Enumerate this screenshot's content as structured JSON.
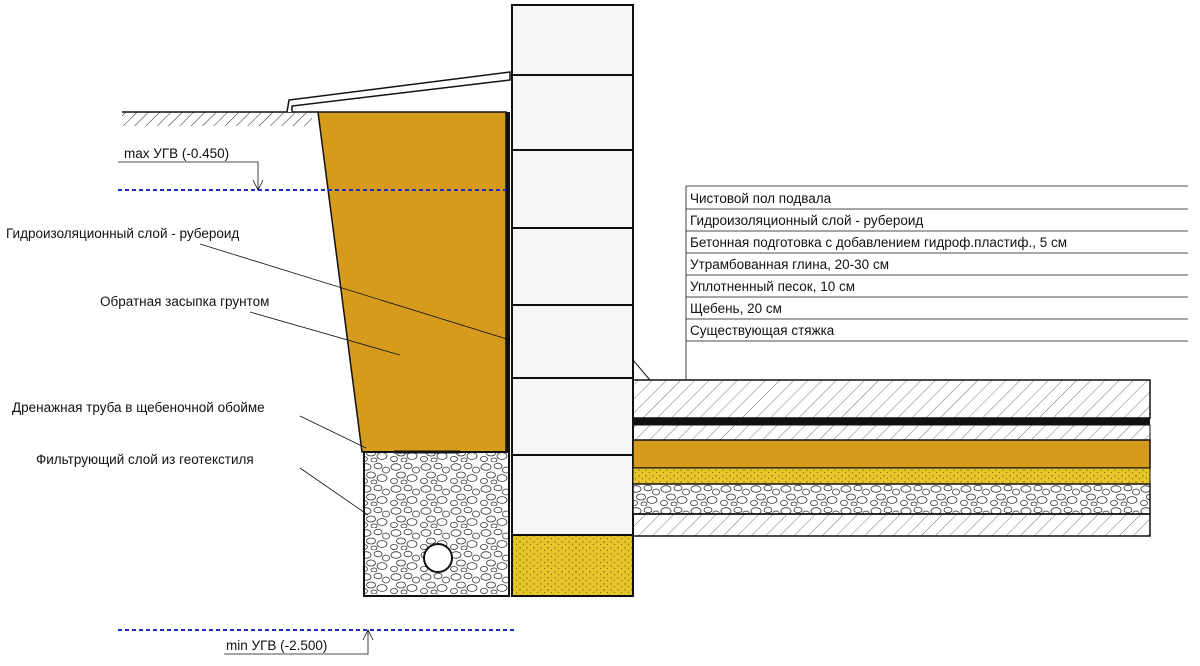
{
  "labels": {
    "max_gwl": "max УГВ (-0.450)",
    "min_gwl": "min УГВ (-2.500)",
    "waterproofing": "Гидроизоляционный слой - рубероид",
    "backfill": "Обратная засыпка грунтом",
    "drain_pipe": "Дренажная труба в щебеночной обойме",
    "geotextile": "Фильтрующий слой из геотекстиля"
  },
  "floor_layers": [
    "Чистовой пол подвала",
    "Гидроизоляционный слой - рубероид",
    "Бетонная подготовка с добавлением гидроф.пластиф., 5 см",
    "Утрамбованная глина, 20-30 см",
    "Уплотненный песок, 10 см",
    "Щебень, 20 см",
    "Существующая стяжка"
  ],
  "colors": {
    "backfill": "#d69a1d",
    "clay": "#d69a1d",
    "sand": "#e6c52a",
    "wall_block": "#f7f7f7",
    "water_line": "#1a2fc9",
    "line": "#111111"
  }
}
